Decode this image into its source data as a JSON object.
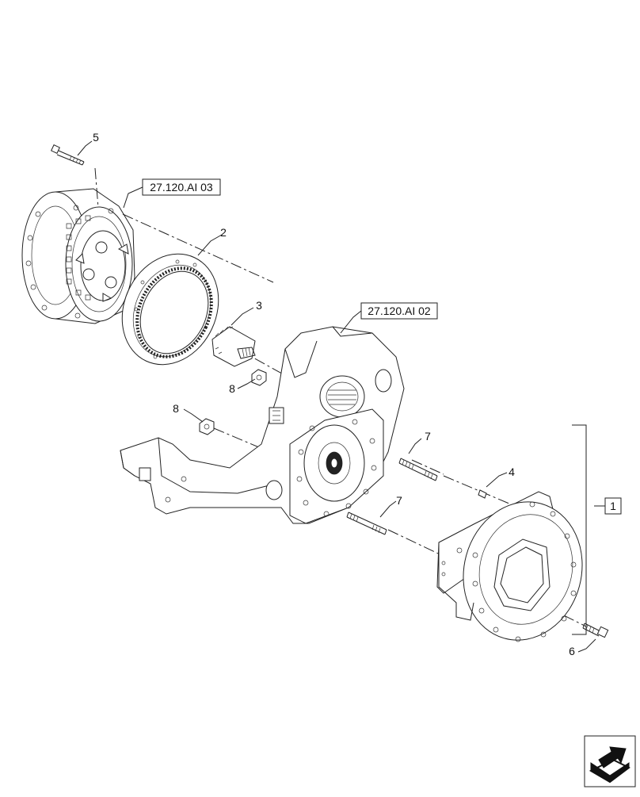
{
  "callouts": {
    "c1": "1",
    "c2": "2",
    "c3": "3",
    "c4": "4",
    "c5": "5",
    "c6": "6",
    "c7a": "7",
    "c7b": "7",
    "c8a": "8",
    "c8b": "8"
  },
  "references": {
    "ref_top": "27.120.AI 03",
    "ref_mid": "27.120.AI 02"
  },
  "icons": {
    "corner": "next-page-arrow-icon"
  }
}
